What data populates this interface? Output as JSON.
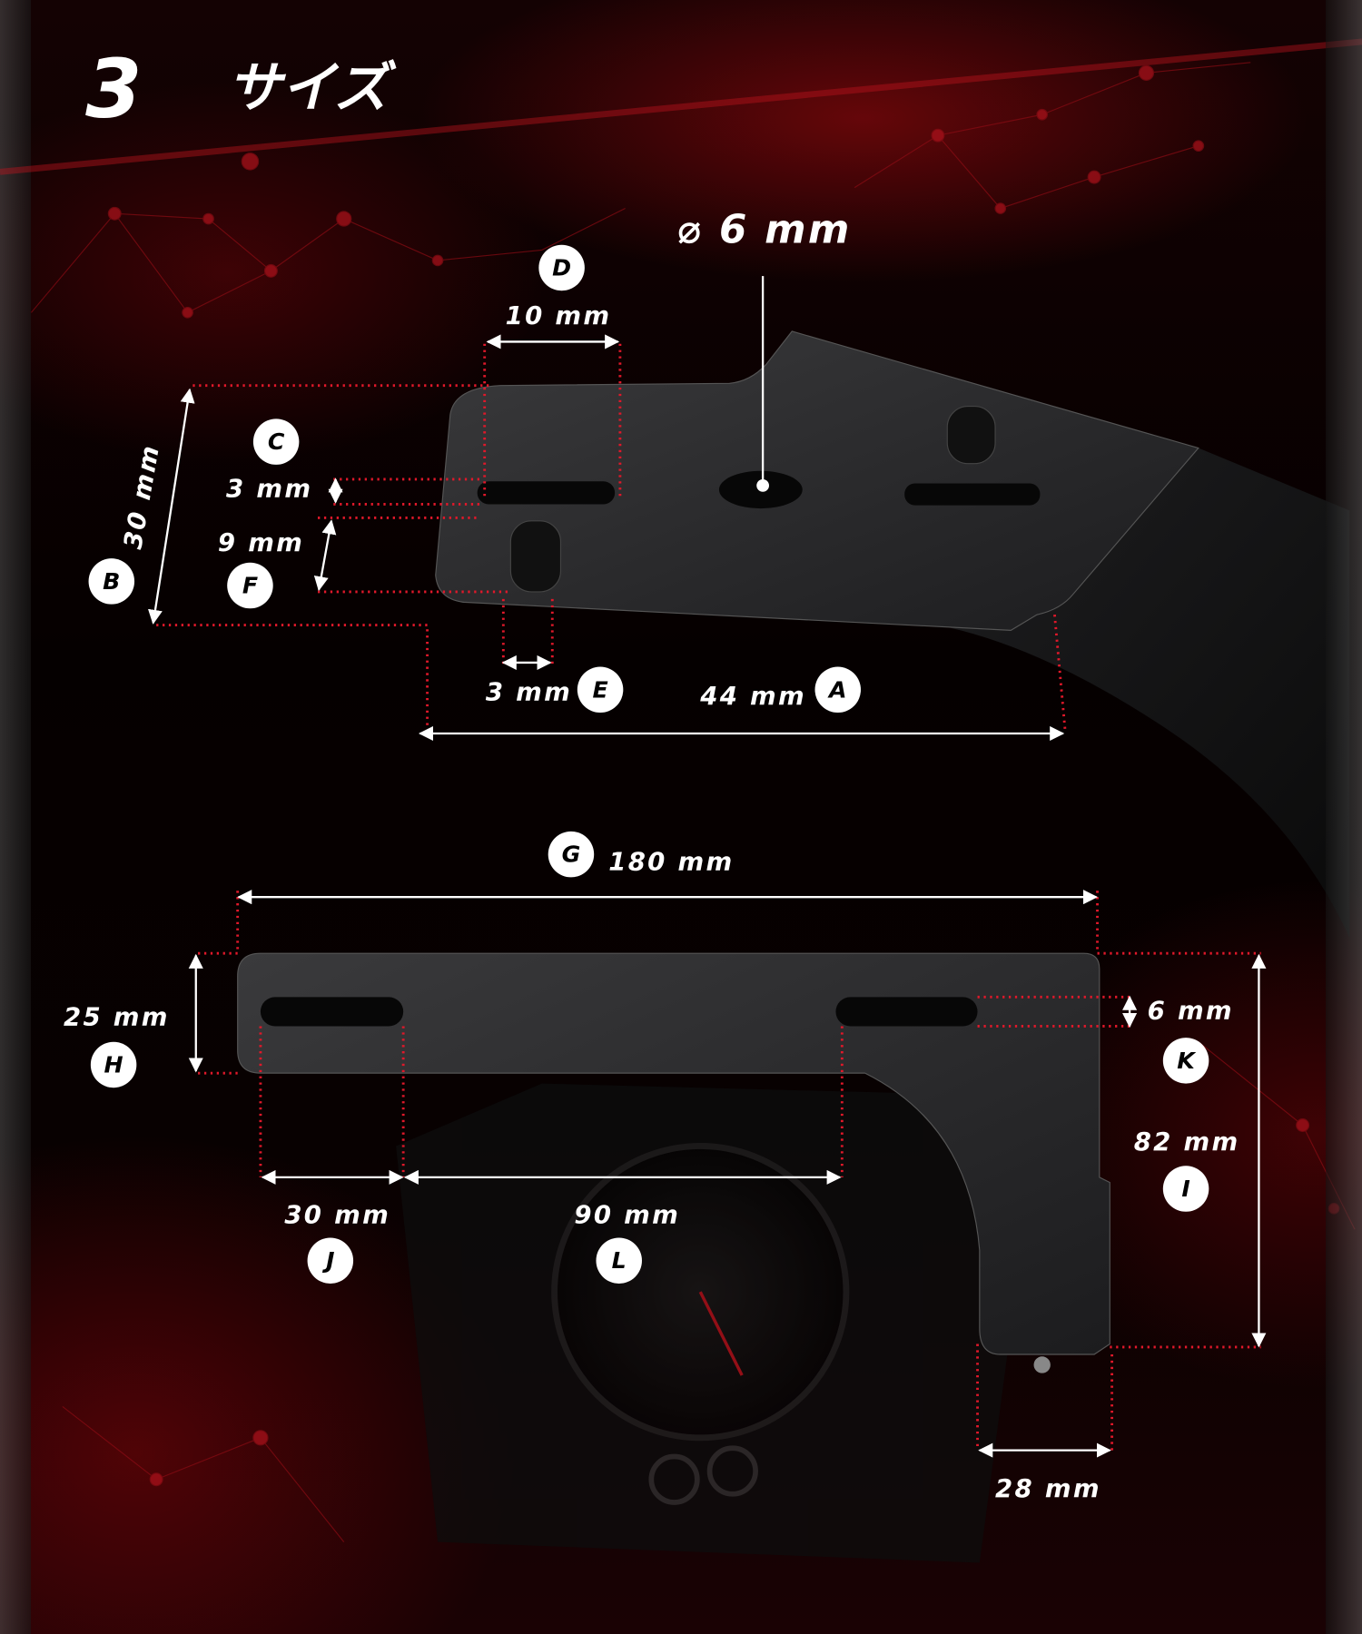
{
  "title": {
    "number": "3",
    "text": "サイズ"
  },
  "hole": {
    "label": "⌀ 6 mm"
  },
  "dimensions": {
    "A": {
      "letter": "A",
      "value": "44 mm"
    },
    "B": {
      "letter": "B",
      "value": "30 mm"
    },
    "C": {
      "letter": "C",
      "value": "3 mm"
    },
    "D": {
      "letter": "D",
      "value": "10 mm"
    },
    "E": {
      "letter": "E",
      "value": "3 mm"
    },
    "F": {
      "letter": "F",
      "value": "9 mm"
    },
    "G": {
      "letter": "G",
      "value": "180 mm"
    },
    "H": {
      "letter": "H",
      "value": "25 mm"
    },
    "I": {
      "letter": "I",
      "value": "82 mm"
    },
    "J": {
      "letter": "J",
      "value": "30 mm"
    },
    "K": {
      "letter": "K",
      "value": "6 mm"
    },
    "L": {
      "letter": "L",
      "value": "90 mm"
    },
    "M": {
      "value": "28 mm"
    }
  },
  "colors": {
    "accent": "#e0182a",
    "plate": "#2a2a2c"
  }
}
